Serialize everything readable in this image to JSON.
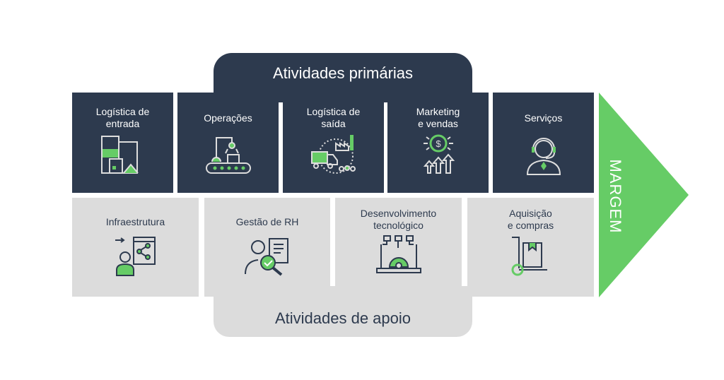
{
  "primary_title": "Atividades primárias",
  "support_title": "Atividades de apoio",
  "margin_label": "MARGEM",
  "colors": {
    "dark": "#2d3a4e",
    "light": "#dcdcdc",
    "green": "#66cc66"
  },
  "primary": [
    {
      "label": "Logística de\nentrada",
      "icon": "warehouse-icon"
    },
    {
      "label": "Operações",
      "icon": "robot-arm-conveyor-icon"
    },
    {
      "label": "Logística de\nsaída",
      "icon": "truck-factory-icon"
    },
    {
      "label": "Marketing\ne vendas",
      "icon": "dollar-growth-icon"
    },
    {
      "label": "Serviços",
      "icon": "support-agent-icon"
    }
  ],
  "support": [
    {
      "label": "Infraestrutura",
      "icon": "person-network-icon"
    },
    {
      "label": "Gestão de RH",
      "icon": "hr-search-icon"
    },
    {
      "label": "Desenvolvimento\ntecnológico",
      "icon": "laptop-gear-icon"
    },
    {
      "label": "Aquisição\ne compras",
      "icon": "hand-truck-icon"
    }
  ]
}
